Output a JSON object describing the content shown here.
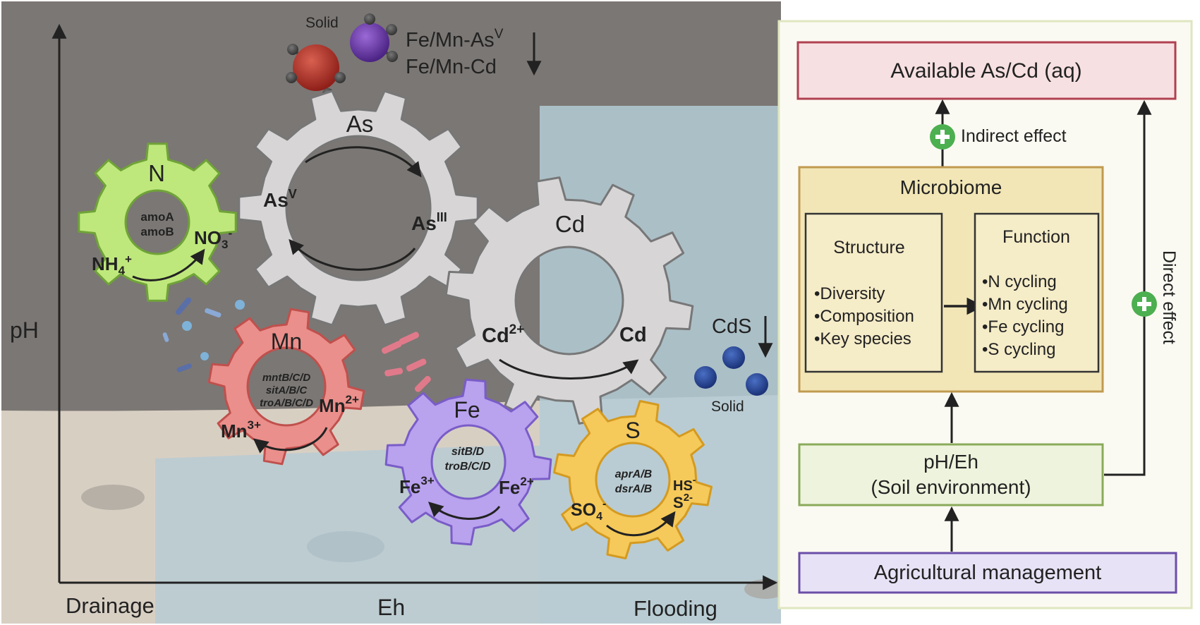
{
  "left_panel": {
    "axis_y_label": "pH",
    "axis_x_label": "Eh",
    "x_left_label": "Drainage",
    "x_right_label": "Flooding",
    "solid_top_label": "Solid",
    "fe_mn_as_main": "Fe/Mn-As",
    "fe_mn_as_sup": "V",
    "fe_mn_cd": "Fe/Mn-Cd",
    "cds_label": "CdS",
    "solid_bottom_label": "Solid",
    "gears": {
      "n": {
        "title": "N",
        "gene1": "amoA",
        "gene2": "amoB",
        "left_main": "NH",
        "left_sub": "4",
        "left_sup": "+",
        "right_main": "NO",
        "right_sub": "3",
        "right_sup": "-"
      },
      "as": {
        "title": "As",
        "left_main": "As",
        "left_sup": "V",
        "right_main": "As",
        "right_sup": "III"
      },
      "cd": {
        "title": "Cd",
        "left_main": "Cd",
        "left_sup": "2+",
        "right_main": "Cd"
      },
      "mn": {
        "title": "Mn",
        "gene1": "mntB/C/D",
        "gene2": "sitA/B/C",
        "gene3": "troA/B/C/D",
        "left_main": "Mn",
        "left_sup": "3+",
        "right_main": "Mn",
        "right_sup": "2+"
      },
      "fe": {
        "title": "Fe",
        "gene1": "sitB/D",
        "gene2": "troB/C/D",
        "left_main": "Fe",
        "left_sup": "3+",
        "right_main": "Fe",
        "right_sup": "2+"
      },
      "s": {
        "title": "S",
        "gene1": "aprA/B",
        "gene2": "dsrA/B",
        "left_main": "SO",
        "left_sub": "4",
        "left_sup": "-",
        "right1_main": "HS",
        "right1_sup": "-",
        "right2_main": "S",
        "right2_sup": "2-"
      }
    }
  },
  "right_panel": {
    "available": "Available As/Cd (aq)",
    "indirect_effect": "Indirect effect",
    "direct_effect": "Direct effect",
    "microbiome_title": "Microbiome",
    "structure": {
      "title": "Structure",
      "items": [
        "•Diversity",
        "•Composition",
        "•Key species"
      ]
    },
    "function": {
      "title": "Function",
      "items": [
        "•N cycling",
        "•Mn cycling",
        "•Fe cycling",
        "•S cycling"
      ]
    },
    "ph_eh_line1": "pH/Eh",
    "ph_eh_line2": "(Soil environment)",
    "agri": "Agricultural management"
  },
  "colors": {
    "sky_dark": "#7b7774",
    "soil": "#d8cfc3",
    "water": "#b4cbd6",
    "gear_n": "#bfe87c",
    "gear_grey": "#d7d5d6",
    "gear_mn": "#ea8f8b",
    "gear_fe": "#b9a2ee",
    "gear_s": "#f5c95a",
    "box_available": "#f7e0e2",
    "box_microbiome": "#f2e6b6",
    "box_pheh": "#eef3dd",
    "box_agri": "#e7e2f5",
    "plus_green": "#4caf50"
  }
}
